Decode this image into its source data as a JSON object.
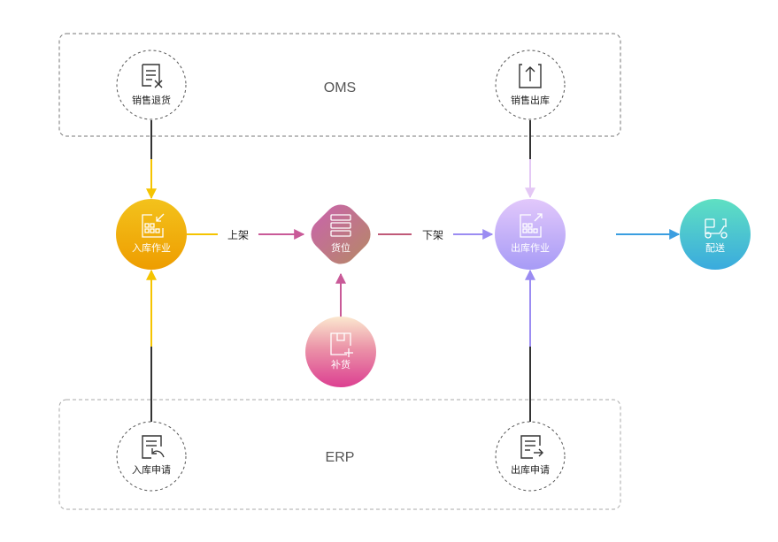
{
  "groups": {
    "oms": {
      "label": "OMS"
    },
    "erp": {
      "label": "ERP"
    }
  },
  "nodes": {
    "sales_return": {
      "label": "销售退货",
      "icon": "document-close-icon"
    },
    "sales_outbound": {
      "label": "销售出库",
      "icon": "upload-box-icon"
    },
    "inbound_op": {
      "label": "入库作业",
      "icon": "grid-arrow-in-icon",
      "color": "#f0a500"
    },
    "storage_location": {
      "label": "货位",
      "icon": "stacked-rects-icon",
      "color": "#b97b8a"
    },
    "outbound_op": {
      "label": "出库作业",
      "icon": "grid-arrow-out-icon",
      "color": "#b7a6f7"
    },
    "delivery": {
      "label": "配送",
      "icon": "scooter-icon",
      "color": "#4fc3c7"
    },
    "replenish": {
      "label": "补货",
      "icon": "box-plus-icon",
      "color": "#e06aa0"
    },
    "inbound_request": {
      "label": "入库申请",
      "icon": "document-return-icon"
    },
    "outbound_request": {
      "label": "出库申请",
      "icon": "document-forward-icon"
    }
  },
  "edges": {
    "shelve": {
      "label": "上架"
    },
    "unshelve": {
      "label": "下架"
    }
  },
  "colors": {
    "yellow": "#f5c400",
    "pink": "#c95a98",
    "purple": "#9b8cf2",
    "blue": "#3a9ee0",
    "dark": "#333333",
    "dashed": "#666666"
  }
}
